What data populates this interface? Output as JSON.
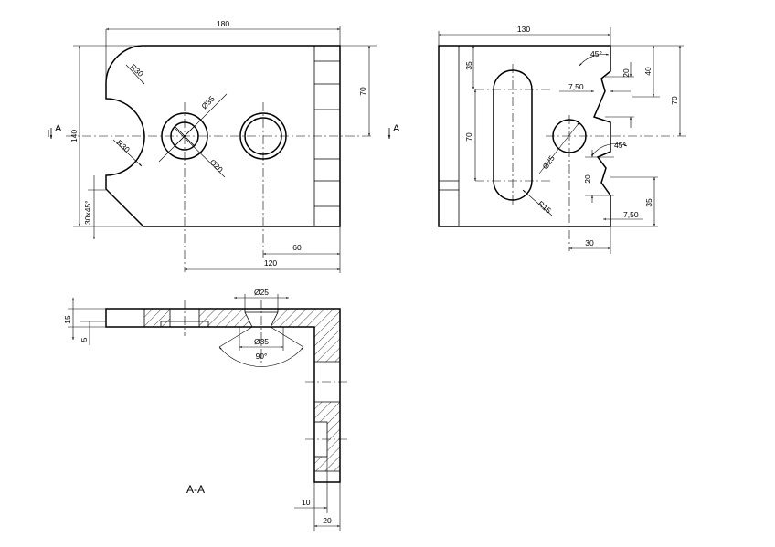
{
  "front": {
    "dim_width": "180",
    "dim_height": "140",
    "dim_upper": "70",
    "dim_r_top": "R30",
    "dim_r_bottom": "R30",
    "dim_dia_outer": "Ø35",
    "dim_dia_inner": "Ø20",
    "dim_chamfer": "30x45°",
    "dim_60": "60",
    "dim_120": "120",
    "section_left": "A",
    "section_right": "A"
  },
  "side": {
    "dim_width": "130",
    "dim_35_top": "35",
    "dim_70_left": "70",
    "dim_40": "40",
    "dim_70_right": "70",
    "dim_20_top": "20",
    "dim_7_50_top": "7,50",
    "dim_45_top": "45°",
    "dim_45_bottom": "45°",
    "dim_20_bottom": "20",
    "dim_35_bottom": "35",
    "dim_7_50_bottom": "7,50",
    "dim_30": "30",
    "dim_dia": "Ø25",
    "dim_r": "R15"
  },
  "section": {
    "title": "A-A",
    "dim_15": "15",
    "dim_5": "5",
    "dim_dia_25": "Ø25",
    "dim_dia_35": "Ø35",
    "dim_angle": "90°",
    "dim_10": "10",
    "dim_20": "20"
  }
}
